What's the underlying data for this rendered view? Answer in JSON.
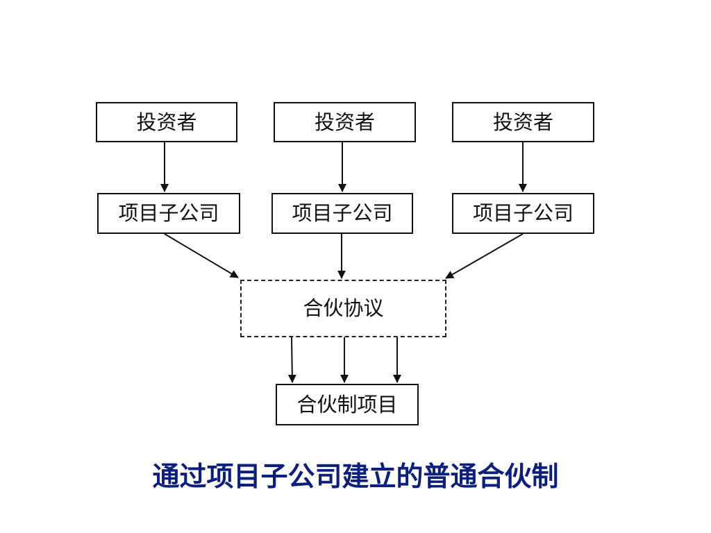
{
  "diagram": {
    "investors": [
      "投资者",
      "投资者",
      "投资者"
    ],
    "subsidiaries": [
      "项目子公司",
      "项目子公司",
      "项目子公司"
    ],
    "agreement": "合伙协议",
    "project": "合伙制项目",
    "caption": "通过项目子公司建立的普通合伙制"
  },
  "colors": {
    "caption": "#0b1f80",
    "border": "#111111"
  }
}
